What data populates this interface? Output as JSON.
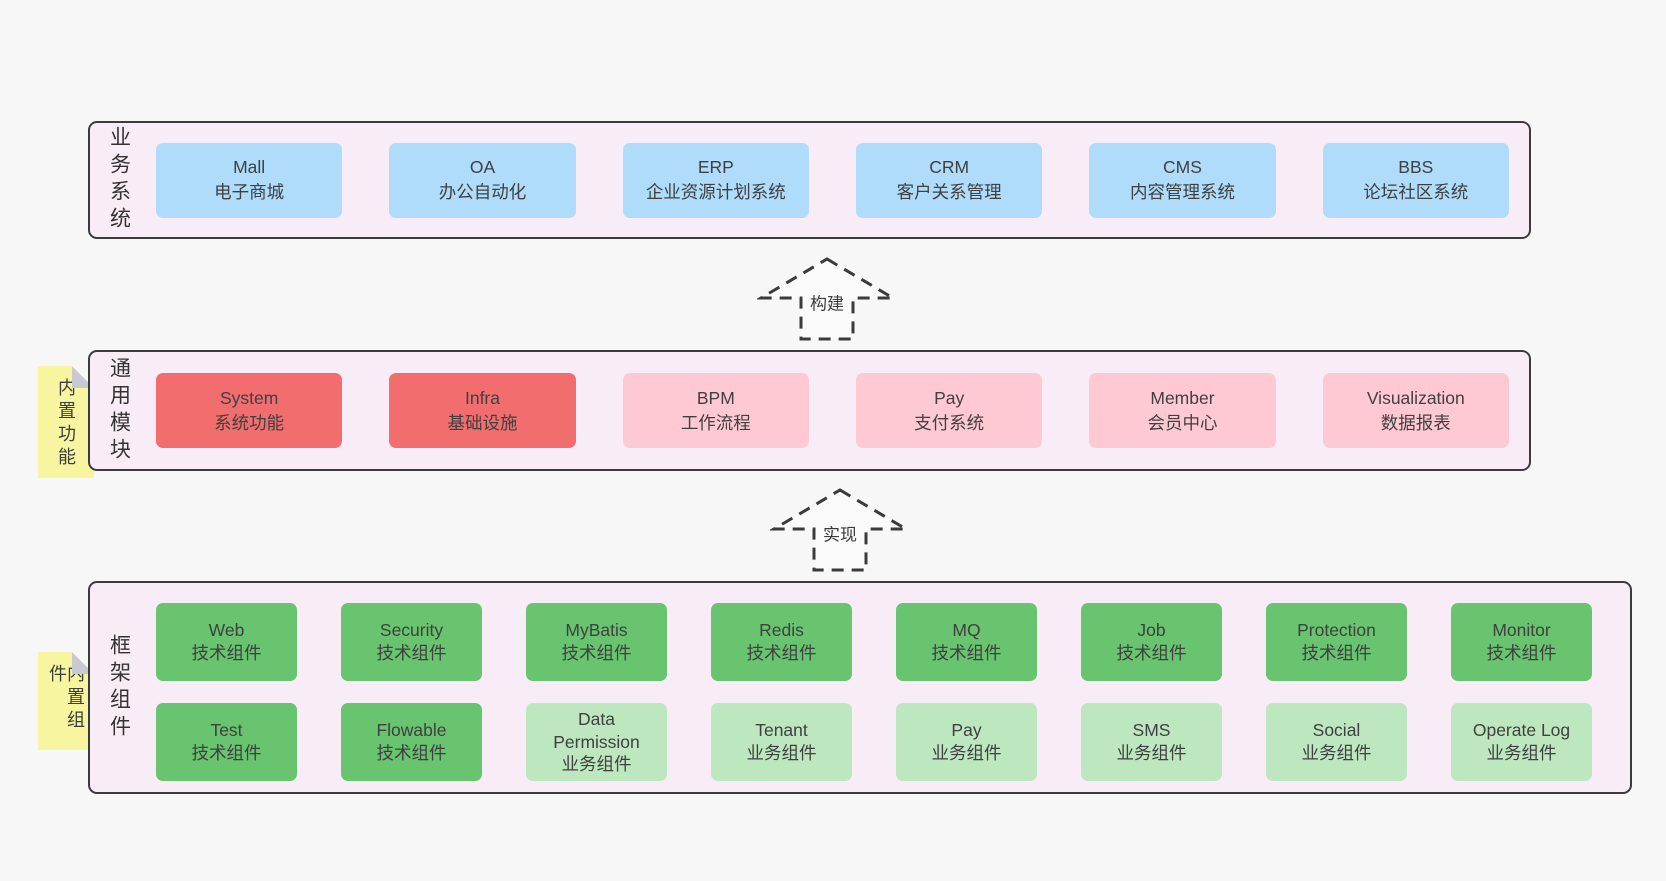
{
  "palette": {
    "page_bg": "#f7f7f7",
    "band_bg": "#f8edf6",
    "band_border": "#3b3b3b",
    "blue": "#aedcfa",
    "red": "#f26d6d",
    "pink": "#ffc9d3",
    "green": "#68c46f",
    "green_light": "#bde7bf",
    "note_yellow": "#f8f5a1",
    "fold_gray": "#c9c9d1",
    "text": "#404040"
  },
  "bands": [
    {
      "title": "业务系统",
      "boxes": [
        {
          "name": "Mall",
          "subtitle": "电子商城",
          "variant": "blue"
        },
        {
          "name": "OA",
          "subtitle": "办公自动化",
          "variant": "blue"
        },
        {
          "name": "ERP",
          "subtitle": "企业资源计划系统",
          "variant": "blue"
        },
        {
          "name": "CRM",
          "subtitle": "客户关系管理",
          "variant": "blue"
        },
        {
          "name": "CMS",
          "subtitle": "内容管理系统",
          "variant": "blue"
        },
        {
          "name": "BBS",
          "subtitle": "论坛社区系统",
          "variant": "blue"
        }
      ]
    },
    {
      "title": "通用模块",
      "note": "内置功能",
      "boxes": [
        {
          "name": "System",
          "subtitle": "系统功能",
          "variant": "red"
        },
        {
          "name": "Infra",
          "subtitle": "基础设施",
          "variant": "red"
        },
        {
          "name": "BPM",
          "subtitle": "工作流程",
          "variant": "pink"
        },
        {
          "name": "Pay",
          "subtitle": "支付系统",
          "variant": "pink"
        },
        {
          "name": "Member",
          "subtitle": "会员中心",
          "variant": "pink"
        },
        {
          "name": "Visualization",
          "subtitle": "数据报表",
          "variant": "pink"
        }
      ]
    },
    {
      "title": "框架组件",
      "note": "内置组件",
      "rows": [
        [
          {
            "name": "Web",
            "subtitle": "技术组件",
            "variant": "green"
          },
          {
            "name": "Security",
            "subtitle": "技术组件",
            "variant": "green"
          },
          {
            "name": "MyBatis",
            "subtitle": "技术组件",
            "variant": "green"
          },
          {
            "name": "Redis",
            "subtitle": "技术组件",
            "variant": "green"
          },
          {
            "name": "MQ",
            "subtitle": "技术组件",
            "variant": "green"
          },
          {
            "name": "Job",
            "subtitle": "技术组件",
            "variant": "green"
          },
          {
            "name": "Protection",
            "subtitle": "技术组件",
            "variant": "green"
          },
          {
            "name": "Monitor",
            "subtitle": "技术组件",
            "variant": "green"
          }
        ],
        [
          {
            "name": "Test",
            "subtitle": "技术组件",
            "variant": "green"
          },
          {
            "name": "Flowable",
            "subtitle": "技术组件",
            "variant": "green"
          },
          {
            "name": "Data Permission",
            "subtitle": "业务组件",
            "variant": "green_light"
          },
          {
            "name": "Tenant",
            "subtitle": "业务组件",
            "variant": "green_light"
          },
          {
            "name": "Pay",
            "subtitle": "业务组件",
            "variant": "green_light"
          },
          {
            "name": "SMS",
            "subtitle": "业务组件",
            "variant": "green_light"
          },
          {
            "name": "Social",
            "subtitle": "业务组件",
            "variant": "green_light"
          },
          {
            "name": "Operate Log",
            "subtitle": "业务组件",
            "variant": "green_light"
          }
        ]
      ]
    }
  ],
  "arrows": [
    {
      "label": "构建"
    },
    {
      "label": "实现"
    }
  ]
}
